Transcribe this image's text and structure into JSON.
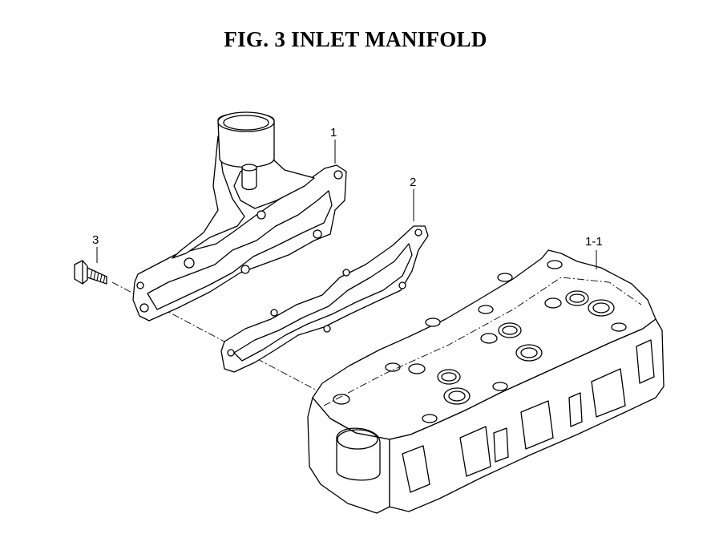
{
  "figure": {
    "title": "FIG.  3  INLET MANIFOLD",
    "callouts": [
      {
        "id": "manifold",
        "label": "1"
      },
      {
        "id": "gasket",
        "label": "2"
      },
      {
        "id": "bolt",
        "label": "3"
      },
      {
        "id": "cylinder-head",
        "label": "1-1"
      }
    ]
  }
}
